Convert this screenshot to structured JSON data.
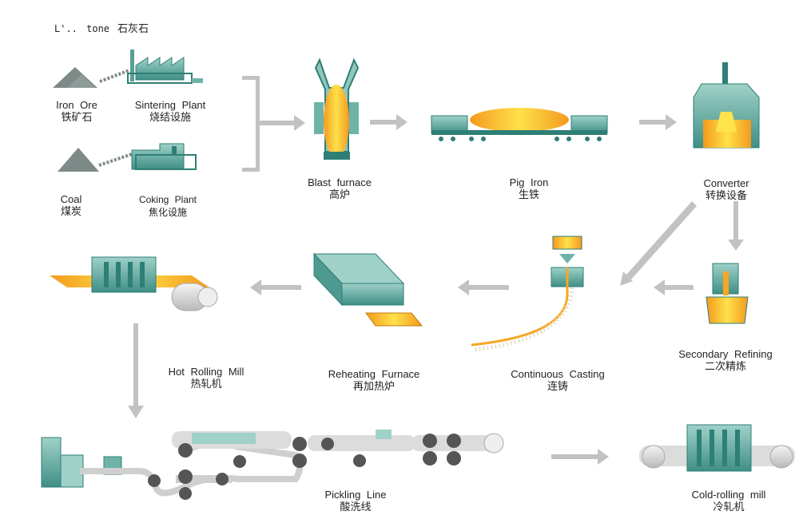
{
  "limestone": {
    "en": "L'.. tone",
    "zh": "石灰石"
  },
  "iron_ore": {
    "en": "Iron Ore",
    "zh": "铁矿石"
  },
  "sintering_plant": {
    "en": "Sintering Plant",
    "zh": "烧结设施"
  },
  "coal": {
    "en": "Coal",
    "zh": "煤炭"
  },
  "coking_plant": {
    "en": "Coking Plant",
    "zh": "焦化设施"
  },
  "blast_furnace": {
    "en": "Blast furnace",
    "zh": "高炉"
  },
  "pig_iron": {
    "en": "Pig Iron",
    "zh": "生铁"
  },
  "converter": {
    "en": "Converter",
    "zh": "转换设备"
  },
  "secondary_refining": {
    "en": "Secondary Refining",
    "zh": "二次精炼"
  },
  "continuous_casting": {
    "en": "Continuous Casting",
    "zh": "连铸"
  },
  "reheating_furnace": {
    "en": "Reheating Furnace",
    "zh": "再加热炉"
  },
  "hot_rolling_mill": {
    "en": "Hot Rolling Mill",
    "zh": "热轧机"
  },
  "pickling_line": {
    "en": "Pickling Line",
    "zh": "酸洗线"
  },
  "cold_rolling_mill": {
    "en": "Cold-rolling mill",
    "zh": "冷轧机"
  },
  "colors": {
    "teal": "#6fb3a8",
    "teal_dark": "#2e7f76",
    "orange": "#f6a623",
    "yellow": "#ffe34d",
    "arrow": "#c2c2c2",
    "roll": "#555555"
  }
}
